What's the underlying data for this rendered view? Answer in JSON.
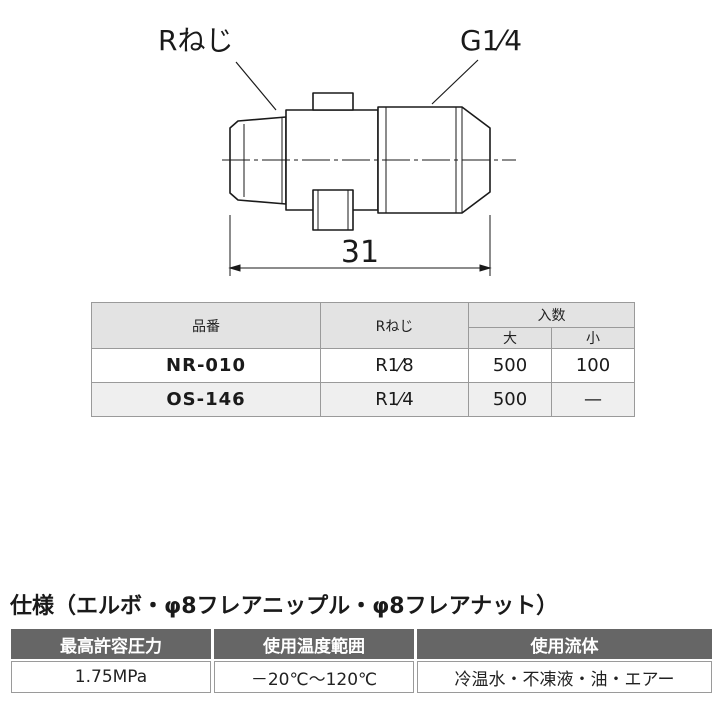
{
  "drawing": {
    "left_thread_label": "Rねじ",
    "right_thread_label": "G1⁄4",
    "dimension": "31"
  },
  "product_table": {
    "headers": {
      "part_no": "品番",
      "thread": "Rねじ",
      "quantity": "入数",
      "large": "大",
      "small": "小"
    },
    "rows": [
      {
        "part_no": "NR-010",
        "thread": "R1⁄8",
        "large": "500",
        "small": "100"
      },
      {
        "part_no": "OS-146",
        "thread": "R1⁄4",
        "large": "500",
        "small": "—"
      }
    ]
  },
  "spec": {
    "title": "仕様（エルボ・φ8フレアニップル・φ8フレアナット）",
    "headers": [
      "最高許容圧力",
      "使用温度範囲",
      "使用流体"
    ],
    "values": [
      "1.75MPa",
      "－20℃～120℃",
      "冷温水・不凍液・油・エアー"
    ]
  }
}
